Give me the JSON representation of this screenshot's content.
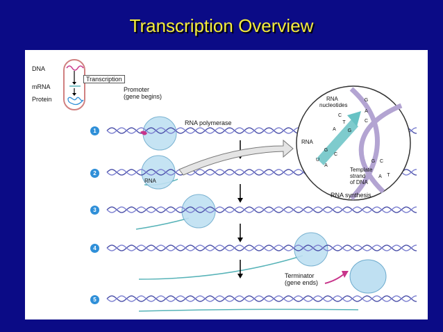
{
  "slide": {
    "title": "Transcription Overview"
  },
  "legend": {
    "dna": "DNA",
    "mrna": "mRNA",
    "protein": "Protein",
    "transcription": "Transcription"
  },
  "labels": {
    "promoter_line1": "Promoter",
    "promoter_line2": "(gene begins)",
    "rna_polymerase": "RNA polymerase",
    "rna_in_polymerase": "RNA",
    "terminator_line1": "Terminator",
    "terminator_line2": "(gene ends)"
  },
  "steps": [
    "1",
    "2",
    "3",
    "4",
    "5"
  ],
  "inset": {
    "rna_nucleotides_line1": "RNA",
    "rna_nucleotides_line2": "nucleotides",
    "rna": "RNA",
    "template_line1": "Template",
    "template_line2": "strand",
    "template_line3": "of DNA",
    "caption": "RNA synthesis",
    "bases": [
      "G",
      "A",
      "C",
      "T",
      "C",
      "A",
      "G",
      "G",
      "C",
      "U",
      "A",
      "G",
      "C",
      "A",
      "T"
    ]
  },
  "colors": {
    "background": "#0b0b86",
    "title": "#f4ec3c",
    "dna": "#7b7fd0",
    "polymerase": "#bfe0f2",
    "rna": "#57b3b8",
    "promoter": "#c8348a",
    "step_badge": "#2f8fd8"
  }
}
